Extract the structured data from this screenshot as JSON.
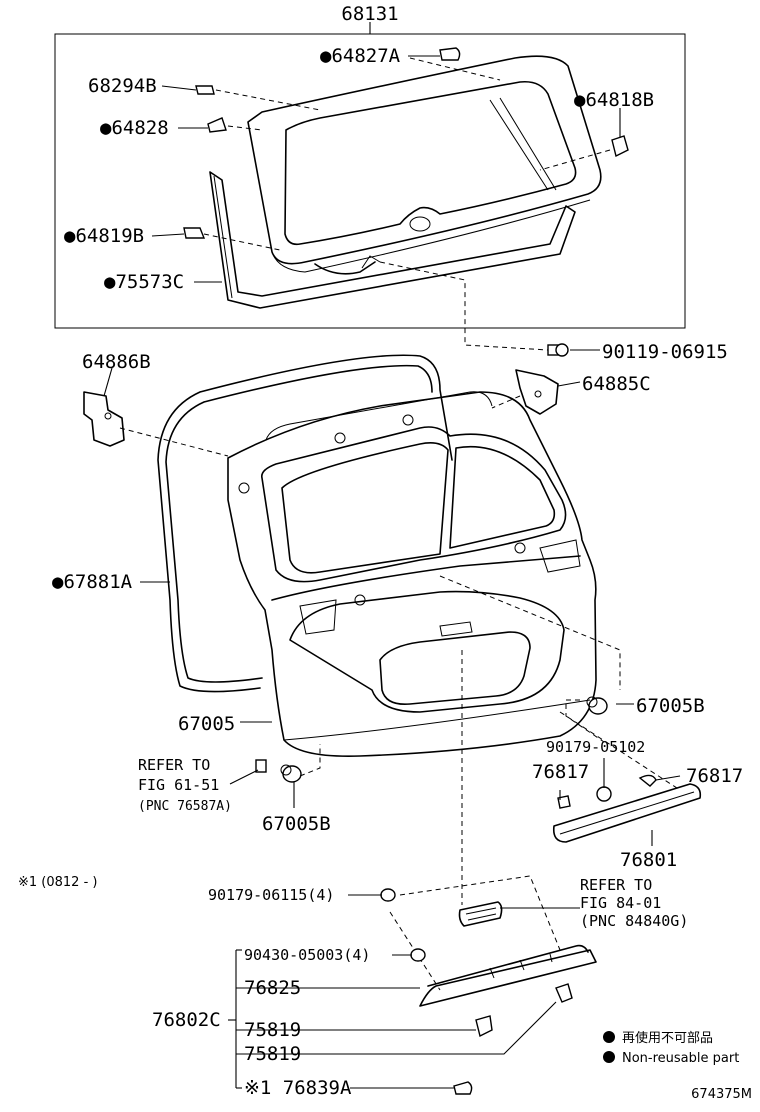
{
  "labels": {
    "p68131": "68131",
    "p64827A": "●64827A",
    "p68294B": "68294B",
    "p64828": "●64828",
    "p64818B": "●64818B",
    "p64819B": "●64819B",
    "p75573C": "●75573C",
    "p90119": "90119-06915",
    "p64886B": "64886B",
    "p64885C": "64885C",
    "p67881A": "●67881A",
    "p67005": "67005",
    "p67005B_right": "67005B",
    "p90179_05102": "90179-05102",
    "p76817_left": "76817",
    "p76817_right": "76817",
    "p76801": "76801",
    "p67005B_bottom": "67005B",
    "p90179_06115": "90179-06115(4)",
    "p90430": "90430-05003(4)",
    "p76825": "76825",
    "p76802C": "76802C",
    "p75819_a": "75819",
    "p75819_b": "75819",
    "p76839A": "※1 76839A"
  },
  "refer_61": {
    "line1": "REFER TO",
    "line2": "FIG 61-51",
    "line3": "(PNC 76587A)"
  },
  "refer_84": {
    "line1": "REFER TO",
    "line2": "FIG 84-01",
    "line3": "(PNC 84840G)"
  },
  "footnote": "※1 (0812 -      )",
  "legend": {
    "jp": "再使用不可部品",
    "en": "Non-reusable part"
  },
  "diagram_id": "674375M"
}
